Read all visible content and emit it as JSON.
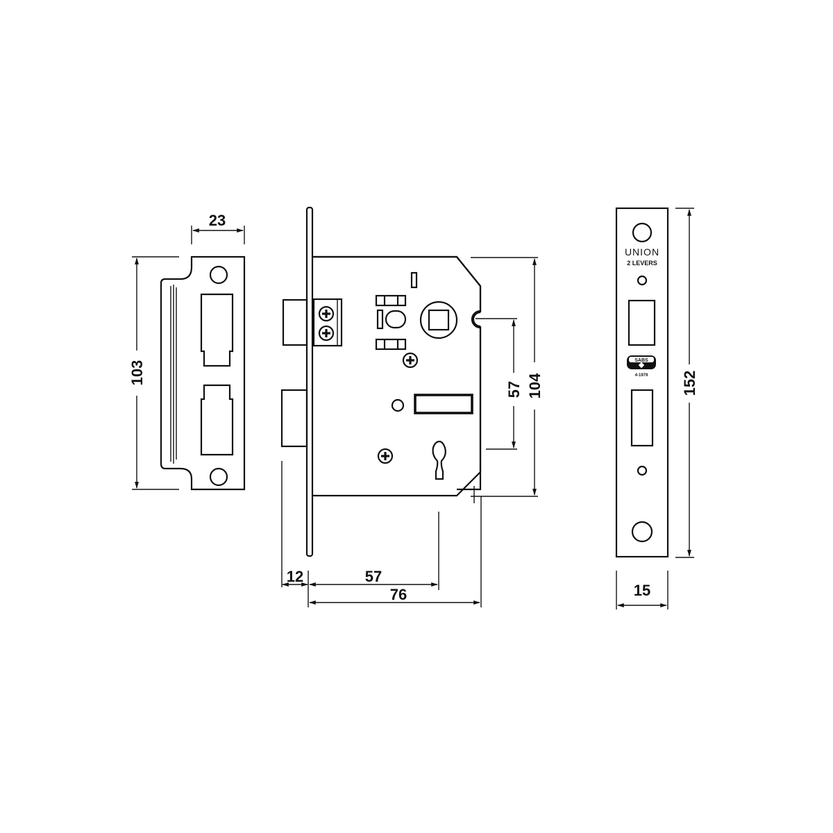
{
  "drawing": {
    "subject": "Mortice sashlock technical drawing",
    "units": "mm",
    "colors": {
      "line": "#111111",
      "background": "#ffffff"
    },
    "strike_plate": {
      "width_label": "23",
      "height_label": "103"
    },
    "lock_body": {
      "backset_label": "57",
      "body_depth_label": "76",
      "forend_offset_label": "12",
      "centres_label": "57",
      "body_height_label": "104"
    },
    "forend": {
      "brand": "UNION",
      "subtitle": "2 LEVERS",
      "badge_text": "SABS",
      "badge_code": "4-1979",
      "width_label": "15",
      "height_label": "152"
    }
  }
}
